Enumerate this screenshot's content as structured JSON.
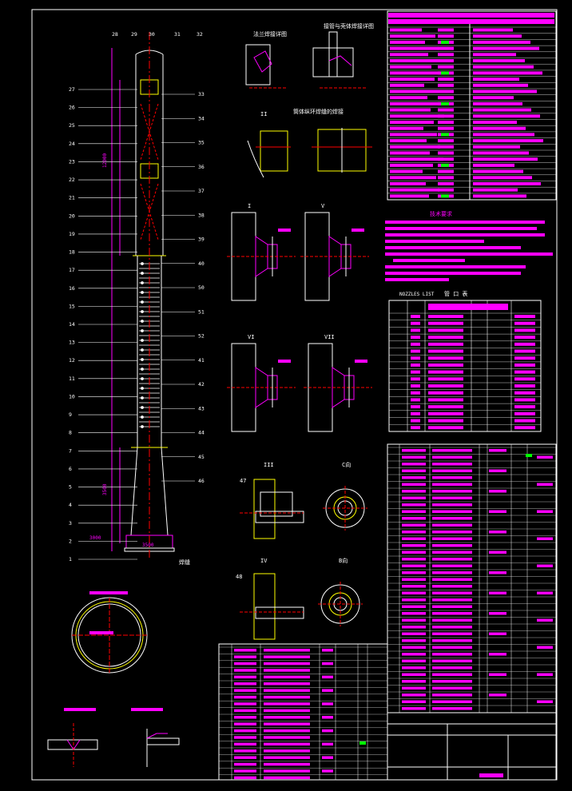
{
  "palette": {
    "background": "#000000",
    "line": "#ffffff",
    "magenta": "#ff00ff",
    "yellow": "#ffff00",
    "red": "#ff0000",
    "green": "#00ff00",
    "cyan": "#00ffff"
  },
  "column": {
    "top_labels": [
      "28",
      "29",
      "30",
      "31",
      "32"
    ],
    "left_labels": [
      "27",
      "26",
      "25",
      "24",
      "23",
      "22",
      "21",
      "20",
      "19",
      "18",
      "17",
      "16",
      "15",
      "14",
      "13",
      "12",
      "11",
      "10",
      "9",
      "8",
      "7",
      "6",
      "5",
      "4",
      "3",
      "2",
      "1"
    ],
    "right_labels": [
      "33",
      "34",
      "35",
      "36",
      "37",
      "38",
      "39",
      "40",
      "50",
      "51",
      "52",
      "41",
      "42",
      "43",
      "44",
      "45",
      "46"
    ],
    "dims": {
      "base": "3500",
      "bottom_dim": "3000",
      "h1": "12000",
      "h2": "3500"
    },
    "note_right": "焊缝"
  },
  "details": {
    "top_left_title": "法兰焊接详图",
    "top_right_title": "接管与壳体焊接详图",
    "mid_title": "筒体纵环焊缝的焊接",
    "views": [
      "I",
      "II",
      "V",
      "VI",
      "VII",
      "III",
      "IV"
    ],
    "sections": [
      "C向",
      "B向"
    ],
    "item_labels": [
      "47",
      "48"
    ],
    "ring_title": "塔底座"
  },
  "notes": {
    "title": "技术要求"
  },
  "nozzle_table": {
    "title": "管 口 表",
    "header_en": "NOZZLES LIST"
  }
}
